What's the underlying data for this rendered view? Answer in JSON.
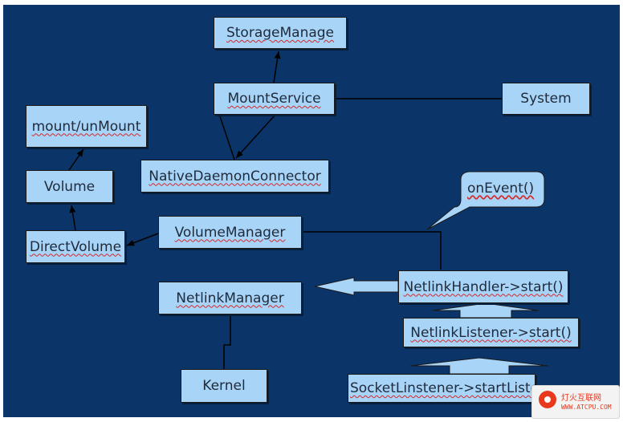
{
  "diagram": {
    "nodes": {
      "storage_manage": "StorageManage",
      "mount_service": "MountService",
      "system": "System",
      "mount_unmount": "mount/unMount",
      "native_daemon_connector": "NativeDaemonConnector",
      "volume": "Volume",
      "on_event": "onEvent()",
      "volume_manager": "VolumeManager",
      "direct_volume": "DirectVolume",
      "netlink_manager": "NetlinkManager",
      "netlink_handler": "NetlinkHandler->start()",
      "netlink_listener": "NetlinkListener->start()",
      "kernel": "Kernel",
      "socket_listener": "SocketLinstener->startListener()"
    }
  },
  "colors": {
    "background": "#0b3468",
    "box_fill": "#a8d4f8",
    "text": "#1f2a3a",
    "line": "#000000",
    "spellcheck": "#d42a2a"
  },
  "watermark": {
    "name": "灯火互联网",
    "url": "WWW.ATCPU.COM"
  }
}
